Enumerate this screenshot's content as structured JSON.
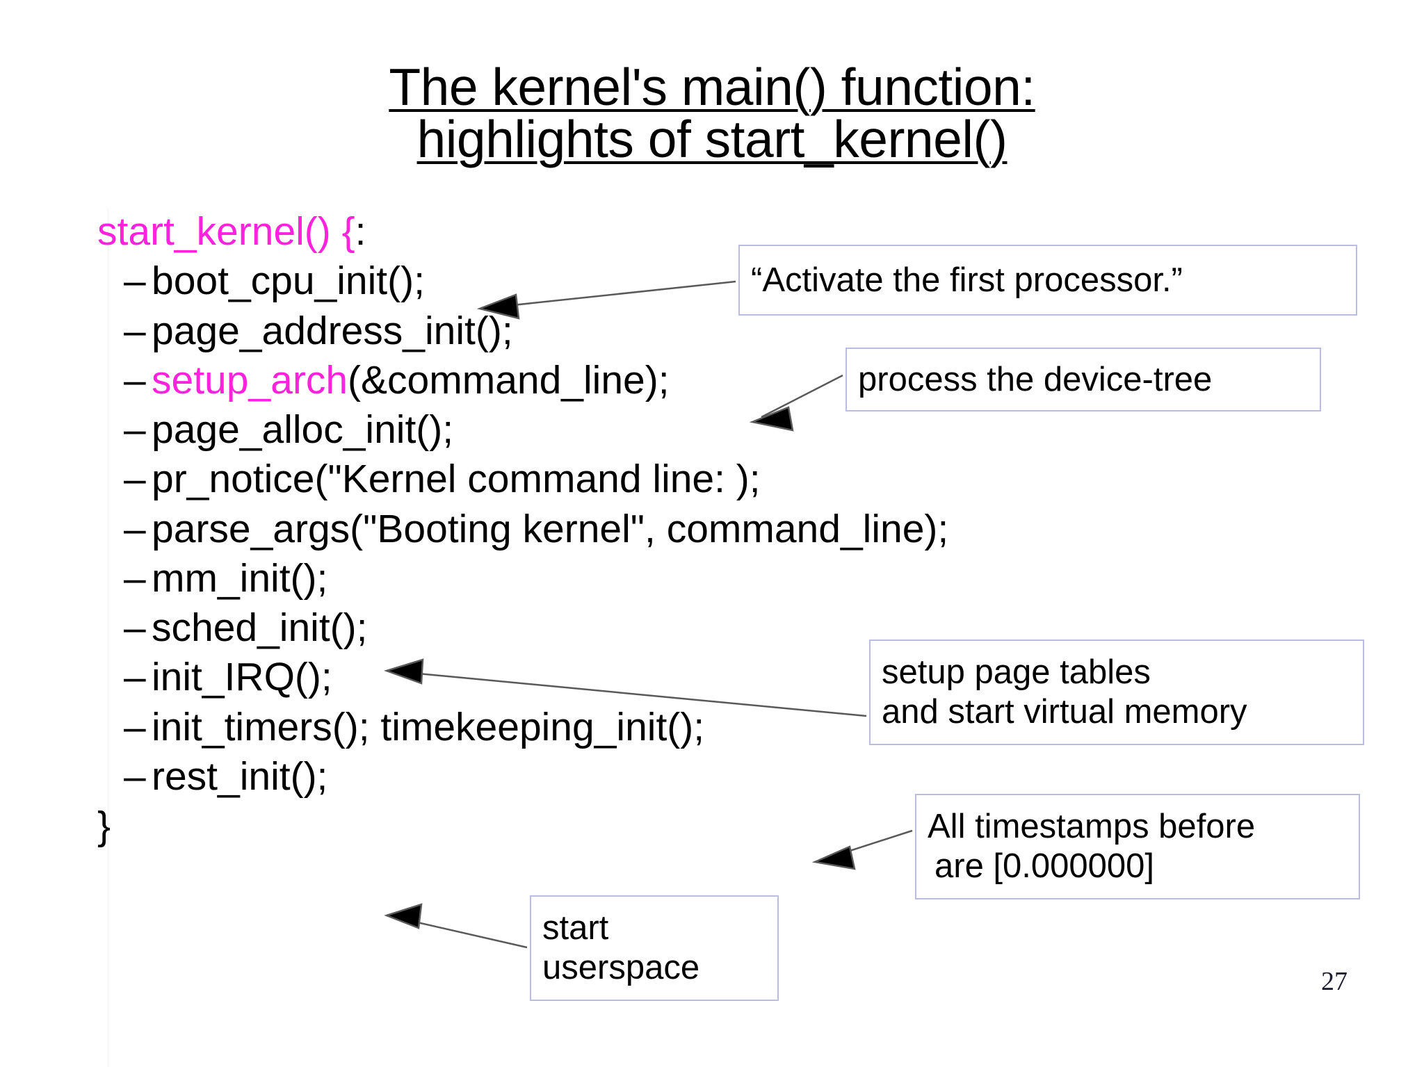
{
  "slide": {
    "title_line1": "The kernel's main() function:",
    "title_line2": "highlights of start_kernel()",
    "page_number": "27",
    "accent_color": "#ff22dd",
    "callout_border_color": "#bcbce0",
    "arrow_color": "#595959"
  },
  "code": {
    "header": "start_kernel() {",
    "header_tail": ":",
    "closing_brace": "}",
    "bullet_marker": "–",
    "lines": [
      {
        "prefix": "",
        "highlight": "",
        "text": "boot_cpu_init();"
      },
      {
        "prefix": "",
        "highlight": "",
        "text": "page_address_init();"
      },
      {
        "prefix": "",
        "highlight": "setup_arch",
        "text": "(&command_line);"
      },
      {
        "prefix": "",
        "highlight": "",
        "text": "page_alloc_init();"
      },
      {
        "prefix": "",
        "highlight": "",
        "text": "pr_notice(\"Kernel command line: );"
      },
      {
        "prefix": "",
        "highlight": "",
        "text": "parse_args(\"Booting kernel\", command_line);"
      },
      {
        "prefix": "",
        "highlight": "",
        "text": "mm_init();"
      },
      {
        "prefix": "",
        "highlight": "",
        "text": "sched_init();"
      },
      {
        "prefix": "",
        "highlight": "",
        "text": "init_IRQ();"
      },
      {
        "prefix": "",
        "highlight": "",
        "text": "init_timers(); timekeeping_init();"
      },
      {
        "prefix": "",
        "highlight": "",
        "text": "rest_init();"
      }
    ]
  },
  "callouts": {
    "activate": {
      "text": "“Activate the first processor.”"
    },
    "device_tree": {
      "text": "process the device-tree"
    },
    "page_tables": {
      "line1": "setup page tables",
      "line2": "and start virtual memory"
    },
    "timestamps": {
      "line1": "All timestamps before",
      "line2": "are [0.000000]"
    },
    "userspace": {
      "line1": "start",
      "line2": "userspace"
    }
  }
}
